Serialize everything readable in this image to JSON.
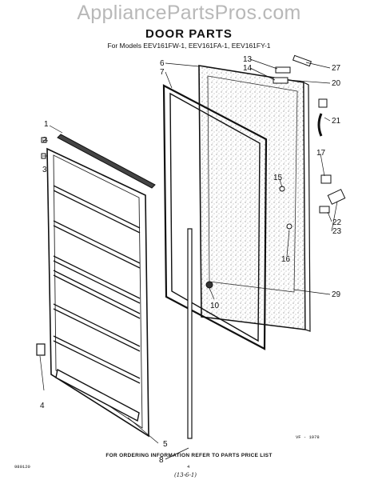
{
  "watermark": "AppliancePartsPros.com",
  "title": "DOOR PARTS",
  "models": "For Models EEV161FW-1, EEV161FA-1, EEV161FY-1",
  "footer": "FOR ORDERING INFORMATION REFER TO PARTS PRICE LIST",
  "code_left": "980120",
  "page_number": "4",
  "code_right": "VF - 1978",
  "scribble": "(13-6-1)",
  "callouts": [
    "1",
    "2",
    "3",
    "4",
    "5",
    "6",
    "7",
    "8",
    "10",
    "13",
    "14",
    "15",
    "16",
    "17",
    "20",
    "21",
    "22",
    "23",
    "27",
    "29"
  ]
}
